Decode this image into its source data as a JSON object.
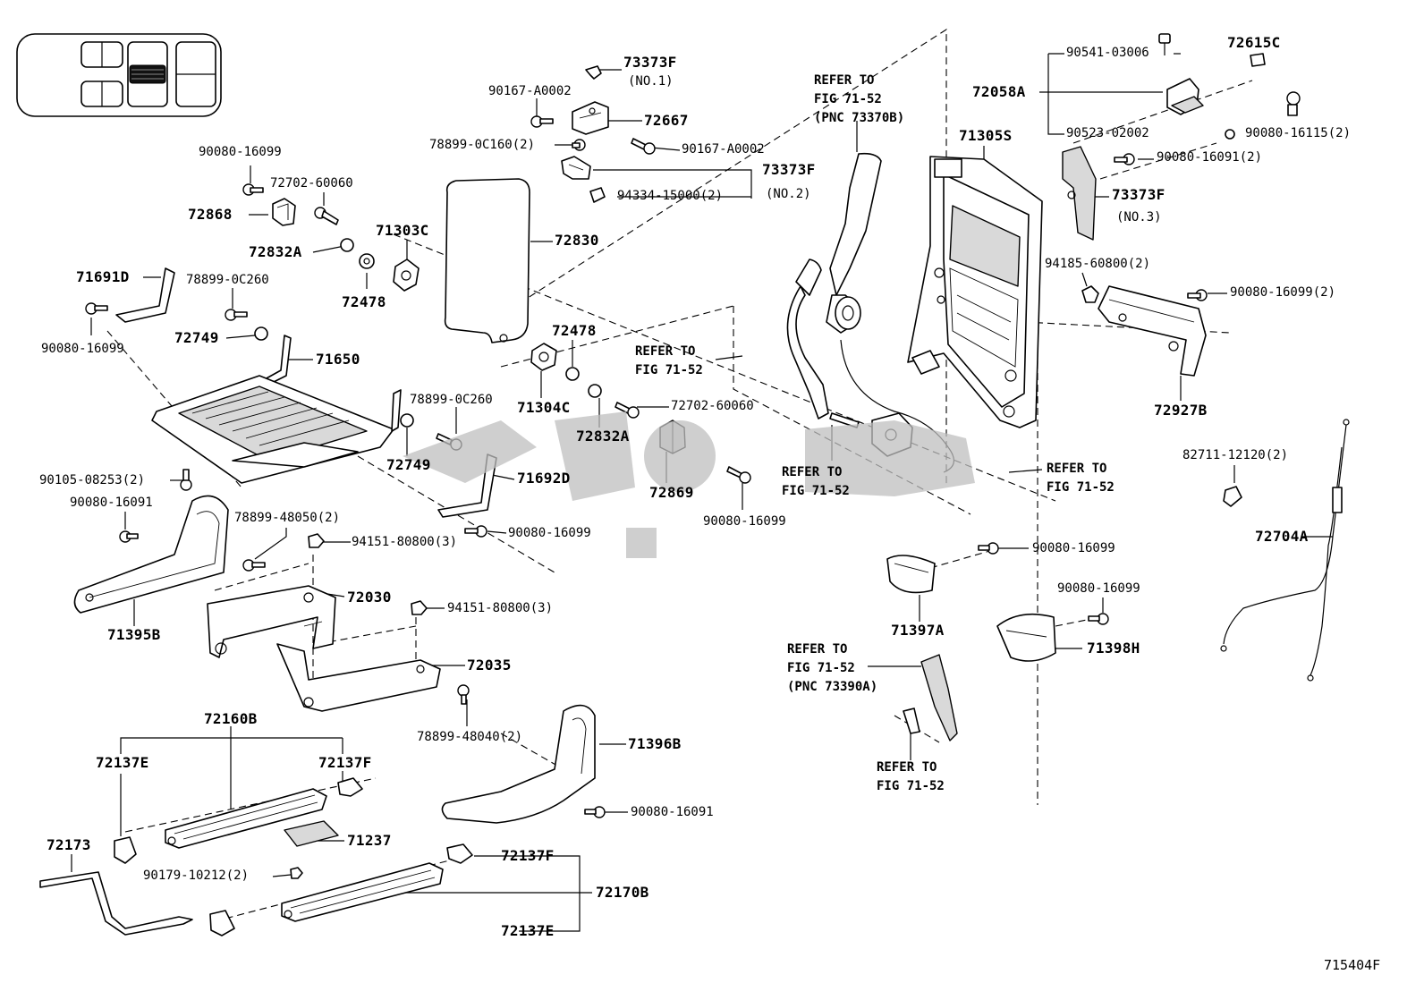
{
  "figure_id": "715404F",
  "colors": {
    "line": "#000000",
    "part_fill": "#ffffff",
    "part_shade": "#d9d9d9",
    "watermark": "#bfbfbf",
    "indicator": "#111111"
  },
  "icons": [
    "seat-location-indicator-icon",
    "watermark-logo-icon"
  ],
  "labels": {
    "p90541_03006": "90541-03006",
    "p72615c": "72615C",
    "p72058a": "72058A",
    "p90523_02002": "90523-02002",
    "p90080_16115_2": "90080-16115(2)",
    "p73373f_no1": "73373F",
    "no1": "(NO.1)",
    "p90167_a0002_top": "90167-A0002",
    "p72667": "72667",
    "p78899_0c160_2": "78899-0C160(2)",
    "p90167_a0002_b": "90167-A0002",
    "p73373f_no2": "73373F",
    "p94334_15000_2": "94334-15000(2)",
    "no2": "(NO.2)",
    "ref_73370b": "REFER TO\nFIG 71-52\n(PNC 73370B)",
    "p71305s": "71305S",
    "p90080_16091_2": "90080-16091(2)",
    "p73373f_no3": "73373F",
    "no3": "(NO.3)",
    "p90080_16099_a": "90080-16099",
    "p72702_60060_a": "72702-60060",
    "p72868": "72868",
    "p71303c": "71303C",
    "p72830": "72830",
    "p72832a_a": "72832A",
    "p72478_a": "72478",
    "p71691d": "71691D",
    "p78899_0c260_a": "78899-0C260",
    "p90080_16099_b": "90080-16099",
    "p72749_a": "72749",
    "p71650": "71650",
    "p94185_60800_2": "94185-60800(2)",
    "p90080_16099_2": "90080-16099(2)",
    "p72478_b": "72478",
    "ref_a": "REFER TO\nFIG 71-52",
    "p71304c": "71304C",
    "p72702_60060_b": "72702-60060",
    "p72832a_b": "72832A",
    "p78899_0c260_b": "78899-0C260",
    "p72749_b": "72749",
    "p72927b": "72927B",
    "p82711_12120_2": "82711-12120(2)",
    "ref_b": "REFER TO\nFIG 71-52",
    "ref_c": "REFER TO\nFIG 71-52",
    "p90105_08253_2": "90105-08253(2)",
    "p71692d": "71692D",
    "p72869": "72869",
    "p90080_16091_a": "90080-16091",
    "p90080_16099_c": "90080-16099",
    "p78899_48050_2": "78899-48050(2)",
    "p94151_80800_3_a": "94151-80800(3)",
    "p90080_16099_d": "90080-16099",
    "p72704a": "72704A",
    "p72030": "72030",
    "p94151_80800_3_b": "94151-80800(3)",
    "p71395b": "71395B",
    "p71397a": "71397A",
    "p90080_16099_e": "90080-16099",
    "p72035": "72035",
    "ref_73390a": "REFER TO\nFIG 71-52\n(PNC 73390A)",
    "p71398h": "71398H",
    "p78899_48040_2": "78899-48040(2)",
    "p72160b": "72160B",
    "p72137e_a": "72137E",
    "p72137f_a": "72137F",
    "p71396b": "71396B",
    "ref_d": "REFER TO\nFIG 71-52",
    "p90080_16091_b": "90080-16091",
    "p72173": "72173",
    "p71237": "71237",
    "p90179_10212_2": "90179-10212(2)",
    "p72137f_b": "72137F",
    "p72170b": "72170B",
    "p72137e_b": "72137E"
  }
}
